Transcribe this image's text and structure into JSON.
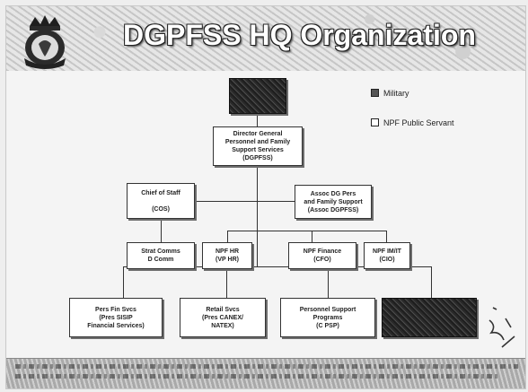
{
  "title": "DGPFSS HQ Organization",
  "legend": {
    "military": "Military",
    "public_servant": "NPF Public Servant"
  },
  "colors": {
    "military_fill": "#555555",
    "public_servant_fill": "#ffffff",
    "connector": "#333333"
  },
  "boxes": {
    "dg": [
      "Director General",
      "Personnel and Family",
      "Support Services",
      "(DGPFSS)"
    ],
    "cos": [
      "Chief of Staff",
      "",
      "(COS)"
    ],
    "assoc": [
      "Assoc DG Pers",
      "and Family Support",
      "(Assoc DGPFSS)"
    ],
    "strat": [
      "Strat Comms",
      "D Comm"
    ],
    "npf_hr": [
      "NPF HR",
      "(VP HR)"
    ],
    "npf_finance": [
      "NPF Finance",
      "(CFO)"
    ],
    "npf_imit": [
      "NPF IM/IT",
      "(CIO)"
    ],
    "pers_fin": [
      "Pers Fin Svcs",
      "(Pres SISIP",
      "Financial Services)"
    ],
    "retail": [
      "Retail Svcs",
      "(Pres CANEX/",
      "NATEX)"
    ],
    "pers_support": [
      "Personnel Support",
      "Programs",
      "(C PSP)"
    ]
  }
}
